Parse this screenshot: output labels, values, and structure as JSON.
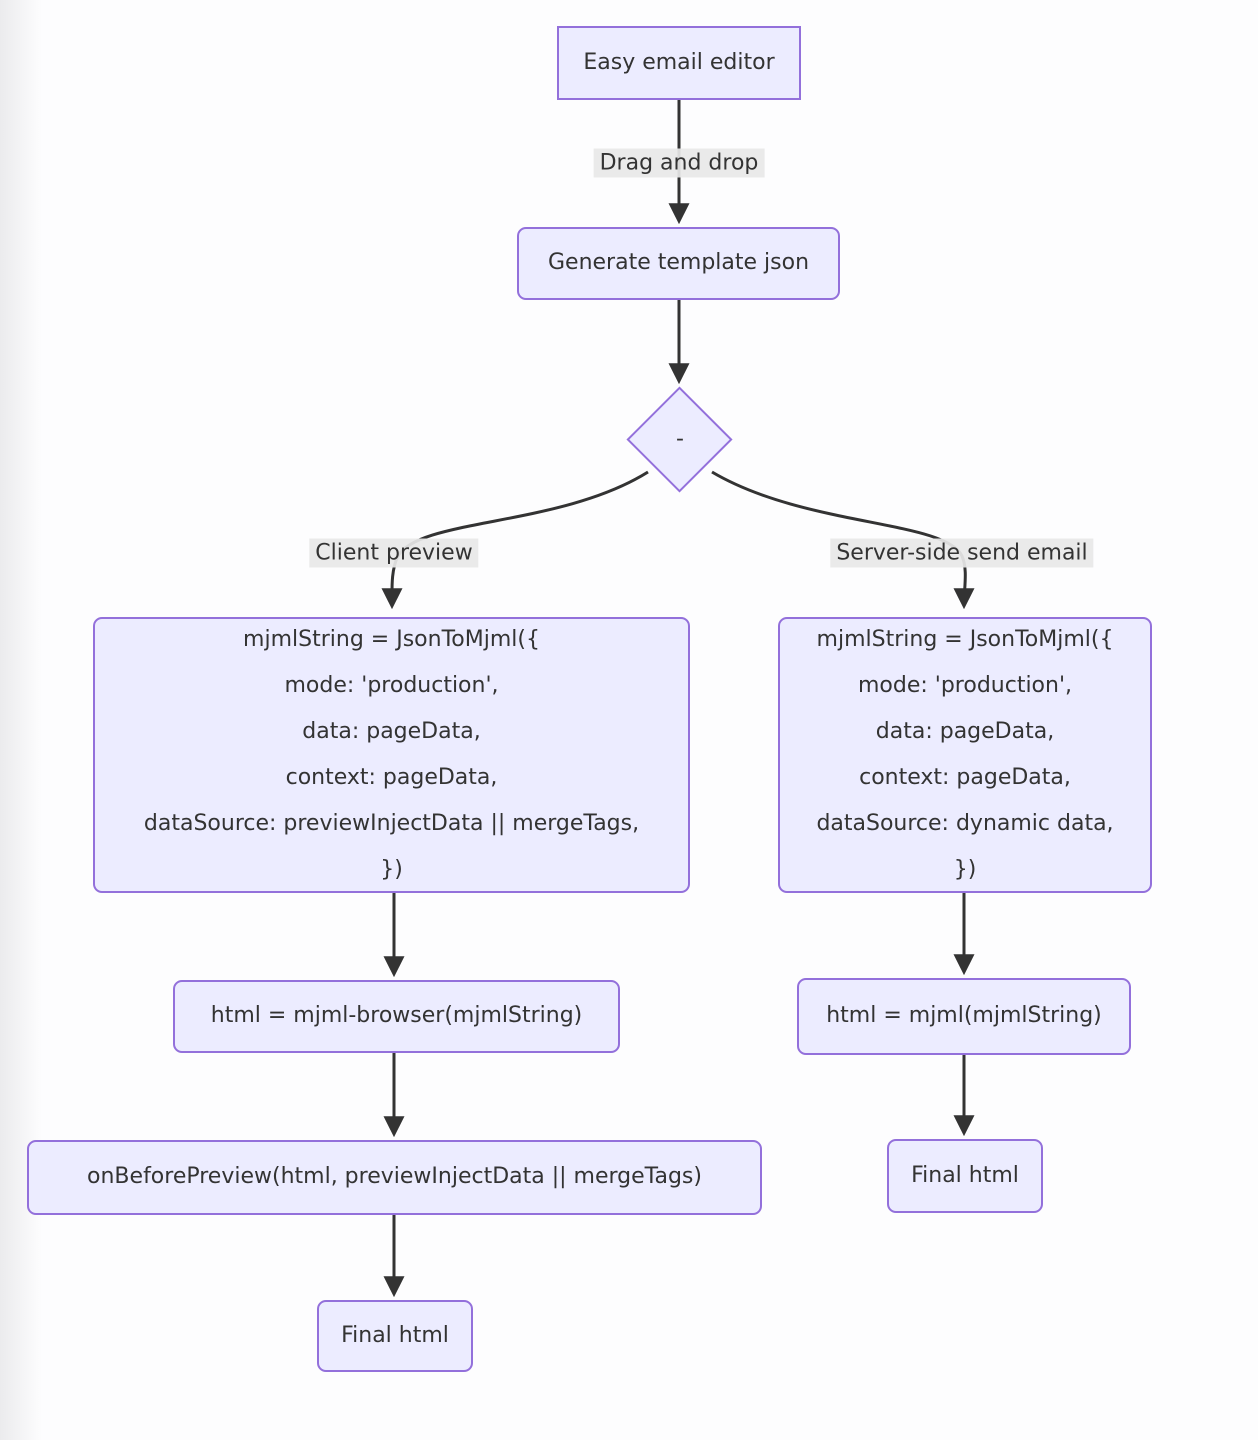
{
  "diagram": {
    "type": "flowchart",
    "nodes": {
      "easy_email_editor": {
        "label": "Easy email editor"
      },
      "generate_template_json": {
        "label": "Generate template json"
      },
      "decision": {
        "label": "-"
      },
      "client_mjml": {
        "lines": [
          "mjmlString = JsonToMjml({",
          "mode: 'production',",
          "data: pageData,",
          "context: pageData,",
          "dataSource: previewInjectData || mergeTags,",
          "})"
        ]
      },
      "server_mjml": {
        "lines": [
          "mjmlString = JsonToMjml({",
          "mode: 'production',",
          "data: pageData,",
          "context: pageData,",
          "dataSource: dynamic data,",
          "})"
        ]
      },
      "mjml_browser": {
        "label": "html = mjml-browser(mjmlString)"
      },
      "on_before_preview": {
        "label": "onBeforePreview(html, previewInjectData || mergeTags)"
      },
      "final_html_left": {
        "label": "Final html"
      },
      "mjml_server": {
        "label": "html = mjml(mjmlString)"
      },
      "final_html_right": {
        "label": "Final html"
      }
    },
    "edge_labels": {
      "drag_and_drop": "Drag and drop",
      "client_preview": "Client preview",
      "server_side_send_email": "Server-side send email"
    },
    "colors": {
      "node_fill": "#ECECFF",
      "node_border": "#9370DB",
      "text": "#333333",
      "edge": "#333333",
      "edge_label_bg": "#E8E8E8",
      "background": "#FDFDFE"
    }
  }
}
